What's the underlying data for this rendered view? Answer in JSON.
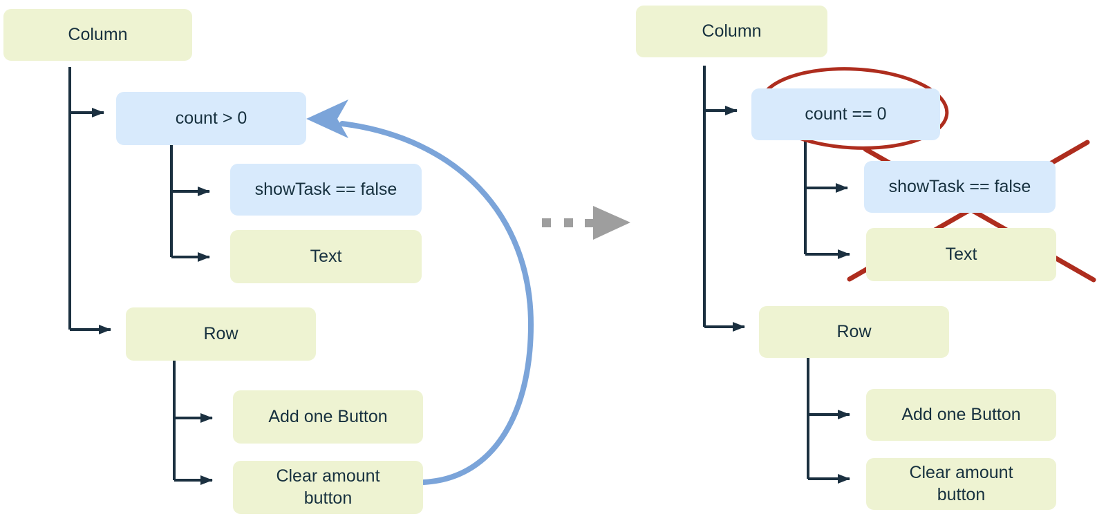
{
  "diagram": {
    "left_tree": {
      "column": "Column",
      "condition": "count > 0",
      "show_task": "showTask == false",
      "text": "Text",
      "row": "Row",
      "add_one": "Add one Button",
      "clear": "Clear amount\nbutton"
    },
    "right_tree": {
      "column": "Column",
      "condition": "count == 0",
      "show_task": "showTask == false",
      "text": "Text",
      "row": "Row",
      "add_one": "Add one Button",
      "clear": "Clear amount\nbutton"
    },
    "colors": {
      "node_green": "#eef3d2",
      "node_blue": "#d8eafc",
      "node_text": "#17313f",
      "connector_dark": "#1b3040",
      "rebuild_arrow_blue": "#7ba4d9",
      "annotation_red": "#ae2d1e",
      "transition_grey": "#9e9e9e"
    },
    "icons": {
      "rebuild_arrow": "curved-arrow-pointing-left",
      "transition_arrow": "dashed-arrow-pointing-right",
      "highlight": "red-ellipse-outline",
      "removed": "red-cross-out-x"
    }
  }
}
